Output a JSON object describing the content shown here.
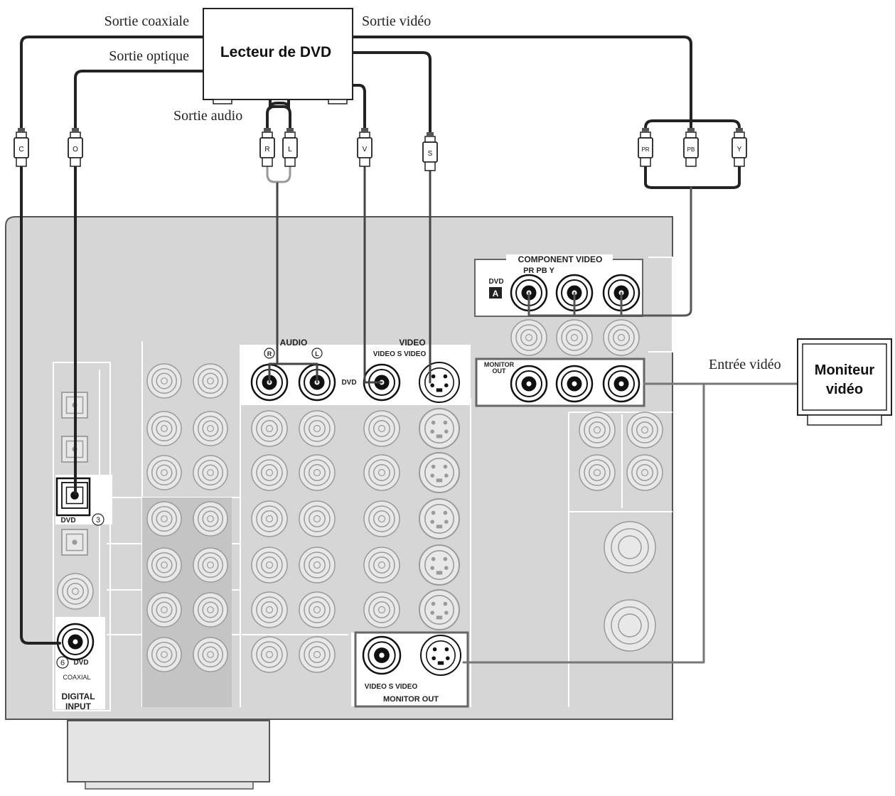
{
  "devices": {
    "dvd_player": "Lecteur de DVD",
    "monitor_line1": "Moniteur",
    "monitor_line2": "vidéo"
  },
  "callouts": {
    "coaxial_out": "Sortie coaxiale",
    "optical_out": "Sortie optique",
    "video_out": "Sortie vidéo",
    "audio_out": "Sortie audio",
    "video_in": "Entrée vidéo"
  },
  "plugs": {
    "coaxial": "C",
    "optical": "O",
    "right": "R",
    "left": "L",
    "video": "V",
    "svideo": "S",
    "pr": "PR",
    "pb": "PB",
    "y": "Y"
  },
  "panel": {
    "component_video": "COMPONENT VIDEO",
    "component_cols": "PR PB Y",
    "component_dvd": "DVD",
    "component_badge": "A",
    "audio": "AUDIO",
    "audio_r": "R",
    "audio_l": "L",
    "video": "VIDEO",
    "video_cols": "VIDEO S VIDEO",
    "row_dvd": "DVD",
    "monitor_out_short_1": "MONITOR",
    "monitor_out_short_2": "OUT",
    "optical_dvd": "DVD",
    "optical_num": "3",
    "coax_num": "6",
    "coax_dvd": "DVD",
    "coax_label": "COAXIAL",
    "digital_input_1": "DIGITAL",
    "digital_input_2": "INPUT",
    "mon_cols": "VIDEO S VIDEO",
    "monitor_out": "MONITOR OUT"
  }
}
